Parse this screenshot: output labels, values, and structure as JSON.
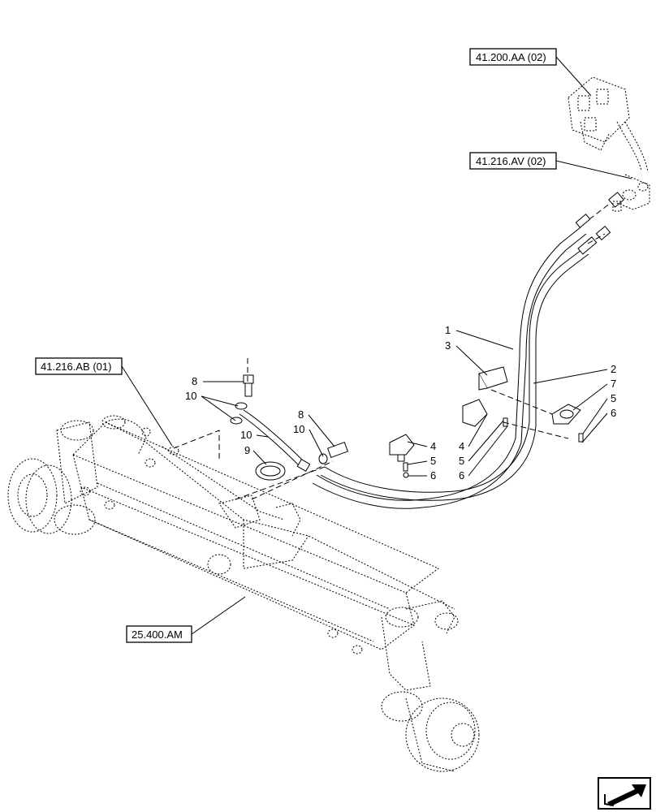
{
  "references": {
    "ref_41_200_aa": "41.200.AA (02)",
    "ref_41_216_av": "41.216.AV (02)",
    "ref_41_216_ab": "41.216.AB (01)",
    "ref_25_400_am": "25.400.AM"
  },
  "callouts": {
    "c1": "1",
    "c2": "2",
    "c3": "3",
    "c4a": "4",
    "c4b": "4",
    "c5a": "5",
    "c5b": "5",
    "c5c": "5",
    "c6a": "6",
    "c6b": "6",
    "c6c": "6",
    "c7": "7",
    "c8a": "8",
    "c8b": "8",
    "c9": "9",
    "c10a": "10",
    "c10b": "10",
    "c10c": "10"
  },
  "nav": {
    "icon": "next-page-arrow-icon"
  }
}
